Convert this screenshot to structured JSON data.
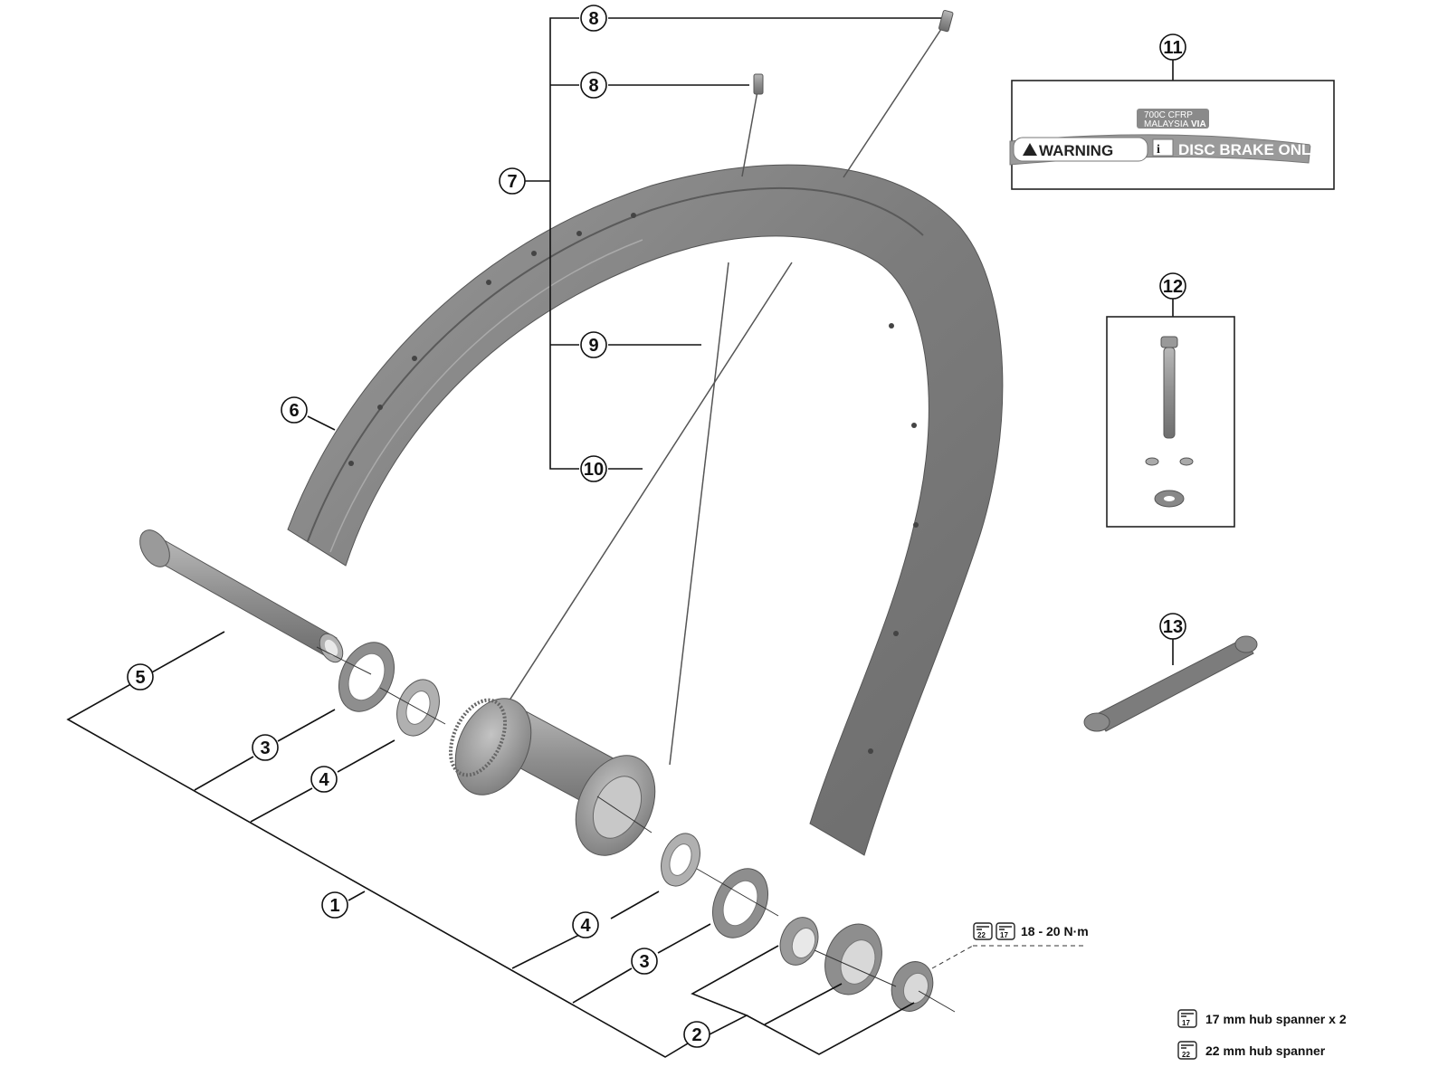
{
  "diagram": {
    "title": "Wheel exploded view",
    "callouts": [
      {
        "id": "c1",
        "label": "1"
      },
      {
        "id": "c2",
        "label": "2"
      },
      {
        "id": "c3a",
        "label": "3"
      },
      {
        "id": "c3b",
        "label": "3"
      },
      {
        "id": "c4a",
        "label": "4"
      },
      {
        "id": "c4b",
        "label": "4"
      },
      {
        "id": "c5",
        "label": "5"
      },
      {
        "id": "c6",
        "label": "6"
      },
      {
        "id": "c7",
        "label": "7"
      },
      {
        "id": "c8a",
        "label": "8"
      },
      {
        "id": "c8b",
        "label": "8"
      },
      {
        "id": "c9",
        "label": "9"
      },
      {
        "id": "c10",
        "label": "10"
      },
      {
        "id": "c11",
        "label": "11"
      },
      {
        "id": "c12",
        "label": "12"
      },
      {
        "id": "c13",
        "label": "13"
      }
    ],
    "sticker": {
      "line1": "700C  CFRP",
      "line2": "MALAYSIA",
      "brand": "VIA",
      "warning": "WARNING",
      "info_glyph": "i",
      "message": "DISC BRAKE ONLY!"
    },
    "torque": {
      "tool_a": "22",
      "tool_b": "17",
      "value": "18 - 20 N·m"
    },
    "legend": [
      {
        "icon": "spanner-17-icon",
        "num": "17",
        "text": "17 mm hub spanner x 2"
      },
      {
        "icon": "spanner-22-icon",
        "num": "22",
        "text": "22 mm hub spanner"
      }
    ]
  }
}
